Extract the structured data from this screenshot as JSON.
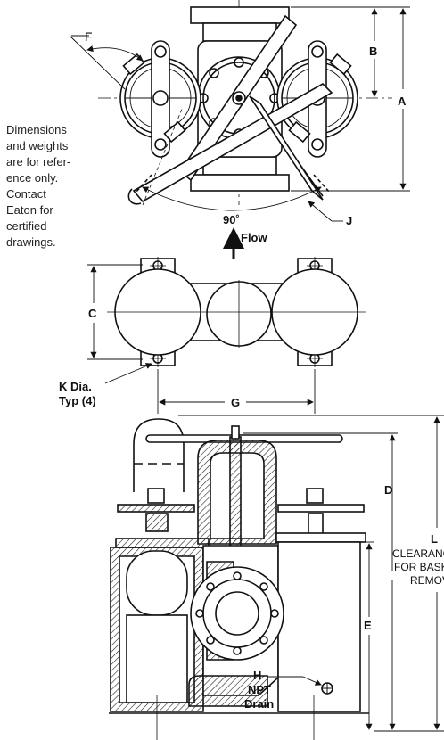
{
  "note_lines": [
    "Dimensions",
    "and weights",
    "are for refer-",
    "ence only.",
    "Contact",
    "Eaton for",
    "certified",
    "drawings."
  ],
  "labels": {
    "A": "A",
    "B": "B",
    "C": "C",
    "D": "D",
    "E": "E",
    "F": "F",
    "G": "G",
    "J": "J",
    "angle": "90˚",
    "flow": "Flow",
    "k_line1": "K  Dia.",
    "k_line2": "Typ (4)",
    "h_line1": "H",
    "h_line2": "NPT",
    "h_line3": "Drain",
    "l_line1": "L",
    "l_line2": "CLEARANCE",
    "l_line3": "FOR BASKET",
    "l_line4": "REMOVAL"
  }
}
